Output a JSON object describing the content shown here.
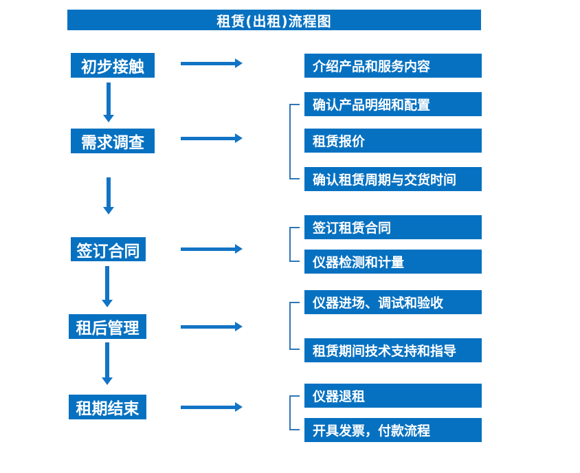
{
  "title": "租赁(出租)流程图",
  "colors": {
    "box_blue": "#0771C1",
    "arrow_blue": "#1274C5",
    "bracket_blue": "#2E75B6",
    "text_white": "#FFFFFF",
    "page_bg": "#FFFFFF"
  },
  "stages": [
    {
      "label": "初步接触",
      "children": [
        "介绍产品和服务内容"
      ]
    },
    {
      "label": "需求调查",
      "children": [
        "确认产品明细和配置",
        "租赁报价",
        "确认租赁周期与交货时间"
      ]
    },
    {
      "label": "签订合同",
      "children": [
        "签订租赁合同",
        "仪器检测和计量"
      ]
    },
    {
      "label": "租后管理",
      "children": [
        "仪器进场、调试和验收",
        "租赁期间技术支持和指导"
      ]
    },
    {
      "label": "租期结束",
      "children": [
        "仪器退租",
        "开具发票，付款流程"
      ]
    }
  ]
}
